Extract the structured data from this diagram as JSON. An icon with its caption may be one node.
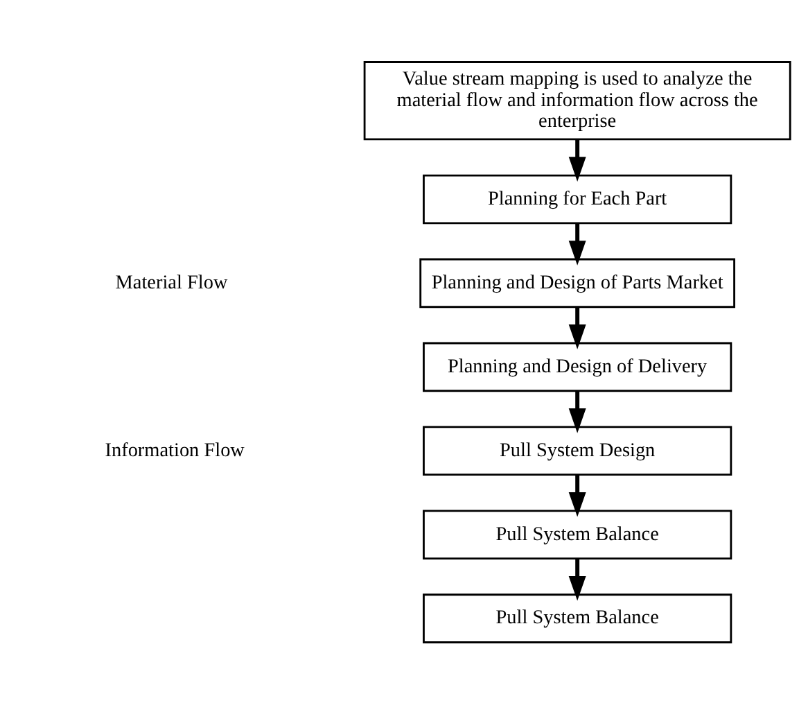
{
  "diagram": {
    "nodes": [
      {
        "text": [
          "Value stream mapping is used to analyze the material flow and information flow across the enterprise"
        ]
      },
      {
        "text": [
          "Planning for Each Part"
        ]
      },
      {
        "text": [
          "Planning and Design of Parts Market"
        ]
      },
      {
        "text": [
          "Planning and Design of Delivery"
        ]
      },
      {
        "text": [
          "Pull System Design"
        ]
      },
      {
        "text": [
          "Pull System Balance"
        ]
      },
      {
        "text": [
          "Pull System Balance"
        ]
      }
    ],
    "edges": [
      {
        "from": 0,
        "to": 1,
        "arrow": "to"
      },
      {
        "from": 1,
        "to": 2,
        "arrow": "to"
      },
      {
        "from": 2,
        "to": 3,
        "arrow": "to"
      },
      {
        "from": 3,
        "to": 4,
        "arrow": "to"
      },
      {
        "from": 4,
        "to": 5,
        "arrow": "to"
      },
      {
        "from": 5,
        "to": 6,
        "arrow": "to"
      }
    ],
    "labels": [
      "Material Flow",
      "Information Flow"
    ]
  }
}
